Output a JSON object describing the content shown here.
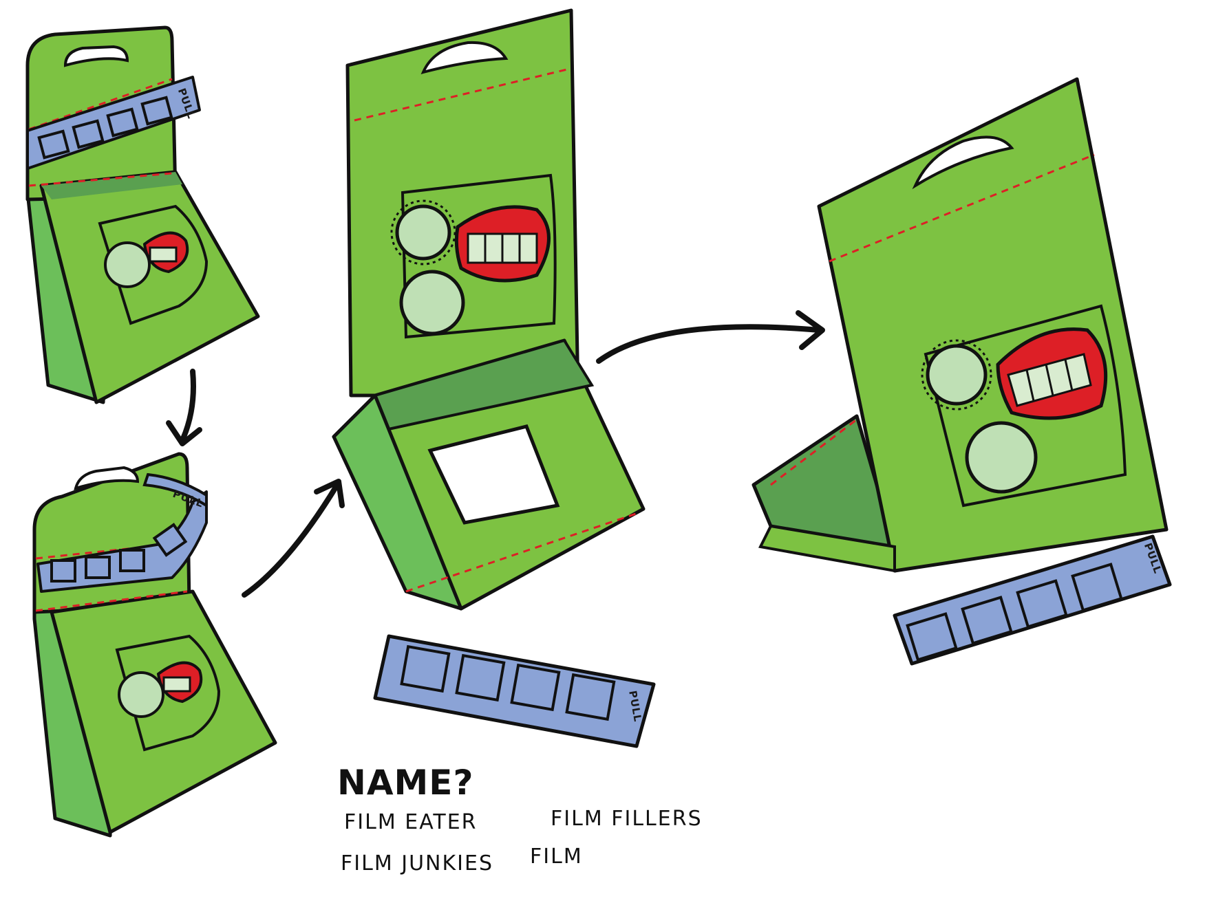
{
  "colors": {
    "box_green": "#7dc242",
    "box_dark_green": "#5aa050",
    "side_green": "#6cbf5a",
    "film_blue": "#8ba3d6",
    "lip_red": "#dd1f26",
    "teeth": "#d9ecd0",
    "reel_light": "#bfe0b5",
    "ink": "#111111"
  },
  "film_label": "PULL",
  "name_heading": "NAME?",
  "name_options": [
    "FILM EATER",
    "FILM FILLERS",
    "FILM JUNKIES",
    "FILM"
  ],
  "icons": [
    "arrow-down-icon",
    "arrow-up-right-icon",
    "arrow-right-icon"
  ]
}
